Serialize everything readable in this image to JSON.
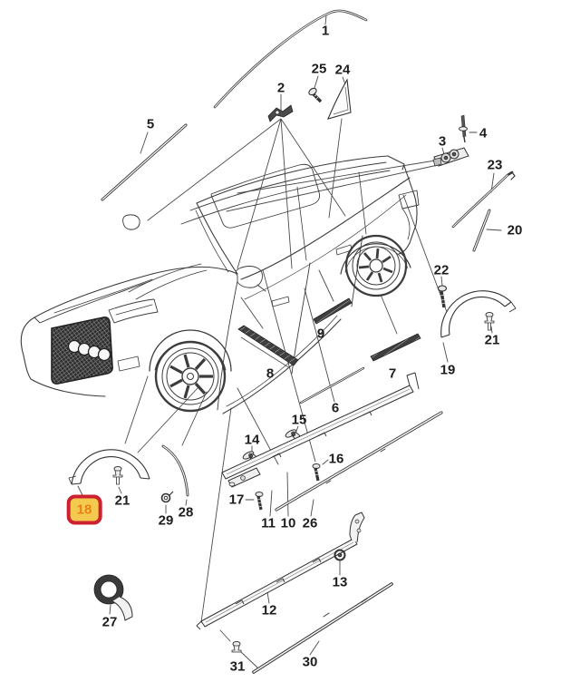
{
  "diagram": {
    "type": "exploded-parts-diagram",
    "subject": "wagon side trim, moldings and wheel-arch parts",
    "background": "#ffffff",
    "line_color": "#3c3c3c",
    "leader_color": "#4a4a4a",
    "highlight": {
      "part": "18",
      "box_border": "#cd2031",
      "box_fill": "#f3c94e",
      "text_color": "#e98116"
    },
    "parts": [
      {
        "label": "1",
        "highlighted": false
      },
      {
        "label": "2",
        "highlighted": false
      },
      {
        "label": "3",
        "highlighted": false
      },
      {
        "label": "4",
        "highlighted": false
      },
      {
        "label": "5",
        "highlighted": false
      },
      {
        "label": "6",
        "highlighted": false
      },
      {
        "label": "7",
        "highlighted": false
      },
      {
        "label": "8",
        "highlighted": false
      },
      {
        "label": "9",
        "highlighted": false
      },
      {
        "label": "10",
        "highlighted": false
      },
      {
        "label": "11",
        "highlighted": false
      },
      {
        "label": "12",
        "highlighted": false
      },
      {
        "label": "13",
        "highlighted": false
      },
      {
        "label": "14",
        "highlighted": false
      },
      {
        "label": "15",
        "highlighted": false
      },
      {
        "label": "16",
        "highlighted": false
      },
      {
        "label": "17",
        "highlighted": false
      },
      {
        "label": "18",
        "highlighted": true
      },
      {
        "label": "19",
        "highlighted": false
      },
      {
        "label": "20",
        "highlighted": false
      },
      {
        "label": "21",
        "highlighted": false
      },
      {
        "label": "21",
        "highlighted": false
      },
      {
        "label": "22",
        "highlighted": false
      },
      {
        "label": "23",
        "highlighted": false
      },
      {
        "label": "24",
        "highlighted": false
      },
      {
        "label": "25",
        "highlighted": false
      },
      {
        "label": "26",
        "highlighted": false
      },
      {
        "label": "27",
        "highlighted": false
      },
      {
        "label": "28",
        "highlighted": false
      },
      {
        "label": "29",
        "highlighted": false
      },
      {
        "label": "30",
        "highlighted": false
      },
      {
        "label": "31",
        "highlighted": false
      }
    ]
  }
}
